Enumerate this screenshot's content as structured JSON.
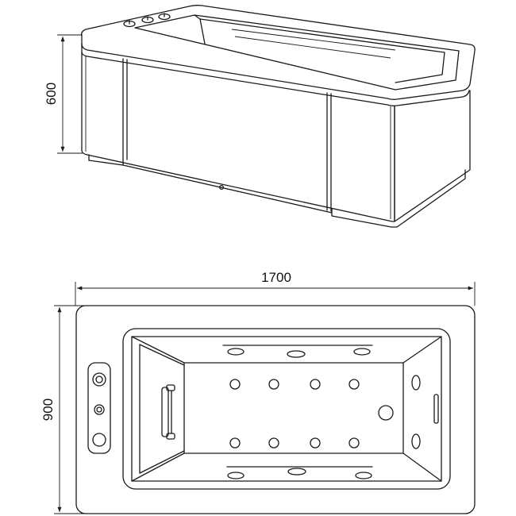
{
  "dimensions": {
    "height": "600",
    "length": "1700",
    "width": "900"
  },
  "colors": {
    "line": "#1a1a1a",
    "background": "#ffffff"
  }
}
